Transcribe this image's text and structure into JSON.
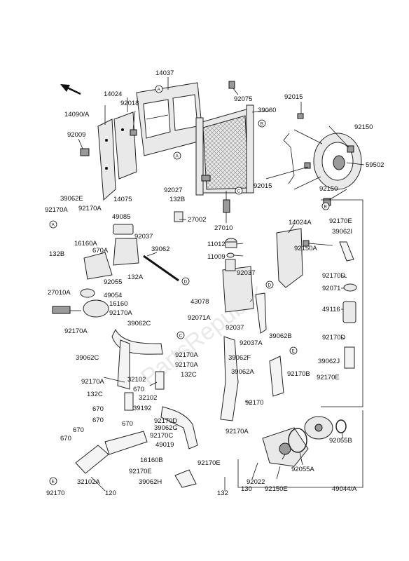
{
  "watermark": "PartsRepublik",
  "labels": {
    "p14037": "14037",
    "p14024": "14024",
    "p92018": "92018",
    "p14090A": "14090/A",
    "p92009": "92009",
    "p92075": "92075",
    "p92015a": "92015",
    "p39060": "39060",
    "p92150a": "92150",
    "p59502": "59502",
    "p92015b": "92015",
    "p92150b": "92150",
    "p92027": "92027",
    "p132B": "132B",
    "p27002": "27002",
    "p27010": "27010",
    "p39062E": "39062E",
    "p92170Aa": "92170A",
    "p92170Ab": "92170A",
    "p14075": "14075",
    "p49085": "49085",
    "p92037a": "92037",
    "p39062": "39062",
    "p132Ba": "132B",
    "p16160Aa": "16160A",
    "p670A": "670A",
    "p132A": "132A",
    "p92055": "92055",
    "p11012": "11012",
    "p11009": "11009",
    "p14024A": "14024A",
    "p92150A": "92150A",
    "p92170E": "92170E",
    "p39062I": "39062I",
    "p27010A": "27010A",
    "p49054": "49054",
    "p16160": "16160",
    "p92170Ac": "92170A",
    "p92170Ad": "92170A",
    "p43078": "43078",
    "p92037b": "92037",
    "p92071A": "92071A",
    "p92037c": "92037",
    "p92037A": "92037A",
    "p39062B": "39062B",
    "p92170D": "92170D",
    "p92071": "92071",
    "p49116": "49116",
    "p92170Da": "92170D",
    "p39062C": "39062C",
    "p39062Ca": "39062C",
    "p92170Ae": "92170A",
    "p92170Af": "92170A",
    "p39062F": "39062F",
    "p39062A": "39062A",
    "p39062J": "39062J",
    "p92170Ag": "92170A",
    "p32102a": "32102",
    "p132C": "132C",
    "p92170B": "92170B",
    "p92170Ea": "92170E",
    "p670a": "670",
    "p132Ca": "132C",
    "p32102b": "32102",
    "p39192": "39192",
    "p670b": "670",
    "p92170Db": "92170D",
    "p670c": "670",
    "p670d": "670",
    "p39062G": "39062G",
    "p92170": "92170",
    "p92170C": "92170C",
    "p670e": "670",
    "p49019": "49019",
    "p92170Ah": "92170A",
    "p92055B": "92055B",
    "p16160B": "16160B",
    "p92170Eb": "92170E",
    "p92055A": "92055A",
    "p92170Ec": "92170E",
    "p39062H": "39062H",
    "p32102A": "32102A",
    "p92022": "92022",
    "p132": "132",
    "p130": "130",
    "p92150E": "92150E",
    "p49044A": "49044/A",
    "p92170a": "92170",
    "p120": "120"
  },
  "callouts": {
    "A": "A",
    "B": "B",
    "C": "C",
    "D": "D",
    "E": "E"
  }
}
